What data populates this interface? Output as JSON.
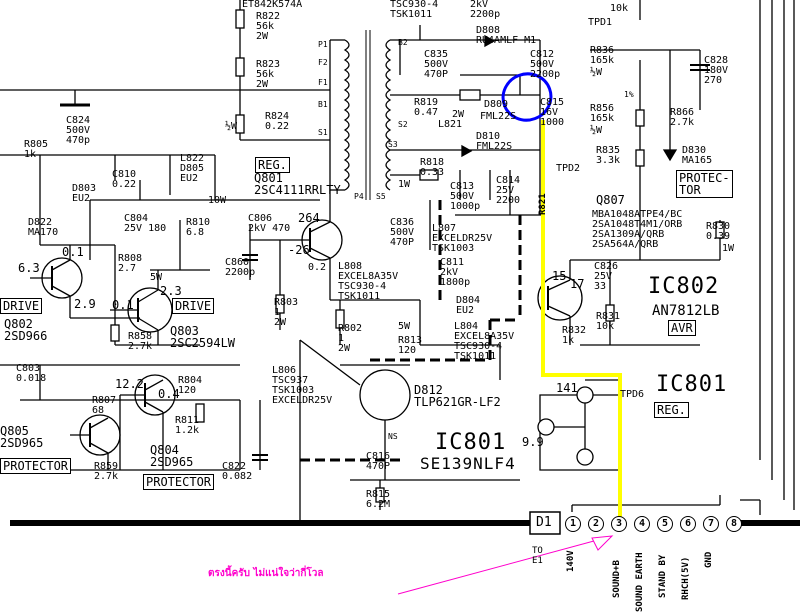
{
  "title_top": "ET842K574A",
  "labels": {
    "r822": "R822\n56k\n2W",
    "r823": "R823\n56k\n2W",
    "r824": "R824\n0.22",
    "r824_w": "½W",
    "r805": "R805\n1k",
    "c824": "C824\n500V\n470p",
    "c810": "C810\n0.22",
    "d803": "D803\nEU2",
    "l822": "L822\nD805\nEU2",
    "r810": "R810\n6.8",
    "r810_w": "10W",
    "c804": "C804\n25V 180",
    "d822": "D822\nMA170",
    "q801": "Q801\n2SC4111RRLTY",
    "reg1": "REG.",
    "c806": "C806\n2kV 470",
    "n264": "264",
    "n26": "-26",
    "c860": "C860\n2200p",
    "n02": "0.2",
    "l808": "L808\nEXCEL8A35V\nTSC930-4\nTSK1011",
    "r808": "R808\n2.7",
    "r808_w": "5W",
    "n23": "2.3",
    "n01a": "0.1",
    "n63": "6.3",
    "n29": "2.9",
    "n01b": "0.1",
    "drive1": "DRIVE",
    "drive2": "DRIVE",
    "q802": "Q802\n2SD966",
    "r858": "R858\n2.7k",
    "q803": "Q803\n2SC2594LW",
    "c803": "C803\n0.018",
    "r803": "R803\n1\n2W",
    "r802": "R802\n1\n2W",
    "r804": "R804\n120",
    "r807": "R807\n68",
    "n122": "12.2",
    "n04": "0.4",
    "r811": "R811\n1.2k",
    "q805": "Q805\n2SD965",
    "protector1": "PROTECTOR",
    "q804": "Q804\n2SD965",
    "protector2": "PROTECTOR",
    "r859": "R859\n2.7k",
    "c822": "C822\n0.082",
    "l806": "L806\nTSC937\nTSK1003\nEXCELDR25V",
    "d812": "D812\nTLP621GR-LF2",
    "c816": "C816\n470P",
    "r815": "R815\n6.2M",
    "ic801_big": "IC801",
    "ic801_part": "SE139NLF4",
    "n141": "141",
    "n99": "9.9",
    "ic801_r": "IC801",
    "reg2": "REG.",
    "tpd6": "TPD6",
    "tsc_top": "TSC930-4\nTSK1011",
    "c_2kv": "2kV\n2200p",
    "d808": "D808\nRU4AMLF-M1",
    "tpd1": "TPD1",
    "n10k_top": "10k",
    "c835": "C835\n500V\n470P",
    "c812": "C812\n500V\n2200p",
    "r819": "R819\n0.47",
    "r819_w": "2W",
    "d809": "D809",
    "fml": "FML22S",
    "l821": "L821",
    "c815": "C815\n16V\n1000",
    "d810": "D810\nFML22S",
    "r818": "R818\n0.33",
    "r818_w": "1W",
    "c813": "C813\n500V\n1000p",
    "c814": "C814\n25V\n2200",
    "tpd2": "TPD2",
    "c836": "C836\n500V\n470P",
    "l807": "L807\nEXCELDR25V\nTSK1003",
    "c811": "C811\n2kV\n1800p",
    "d804": "D804\nEU2",
    "l804": "L804\nEXCEL8A35V\nTSC930-4\nTSK1011",
    "r813": "R813\n120",
    "r813_w": "5W",
    "r821": "R821",
    "n15": "15",
    "n17": "17",
    "r832": "R832\n1k",
    "r836": "R836\n165k",
    "r836_w": "½W",
    "r856": "R856\n165k",
    "r856_w": "½W",
    "r866": "R866\n2.7k",
    "c828": "C828\n180V\n270",
    "r835": "R835\n3.3k",
    "d830": "D830\nMA165",
    "protector3": "PROTEC-\nTOR",
    "q807": "Q807",
    "q807_parts": "MBA1048ATPE4/BC\n2SA1048T4M1/ORB\n2SA1309A/QRB\n2SA564A/QRB",
    "r830": "R830\n0.39",
    "r830_w": "1W",
    "c826": "C826\n25V\n33",
    "ic802": "IC802",
    "ic802_part": "AN7812LB",
    "avr": "AVR",
    "r831": "R831\n10k",
    "t_p1": "P1",
    "t_f2": "F2",
    "t_f1": "F1",
    "t_b1": "B1",
    "t_b2": "B2",
    "t_s1": "S1",
    "t_s2": "S2",
    "t_s3": "S3",
    "t_p4": "P4",
    "t_s5": "S5",
    "t_ns": "NS",
    "n1_pct": "1%",
    "connector_id": "D1",
    "to_e1": "TO\nE1",
    "pins": [
      "1",
      "2",
      "3",
      "4",
      "5",
      "6",
      "7",
      "8"
    ],
    "conn_labels": [
      "140V",
      "SOUND+B",
      "SOUND EARTH",
      "STAND BY",
      "RHCH(5V)",
      "GND"
    ]
  },
  "note": "ตรงนี้ครับ  ไม่แน่ใจว่ากี่โวล",
  "colors": {
    "highlight_yellow": "#ffff00",
    "circle_blue": "#0000ff",
    "arrow_pink": "#ff00cc",
    "note_pink": "#ff00cc"
  }
}
